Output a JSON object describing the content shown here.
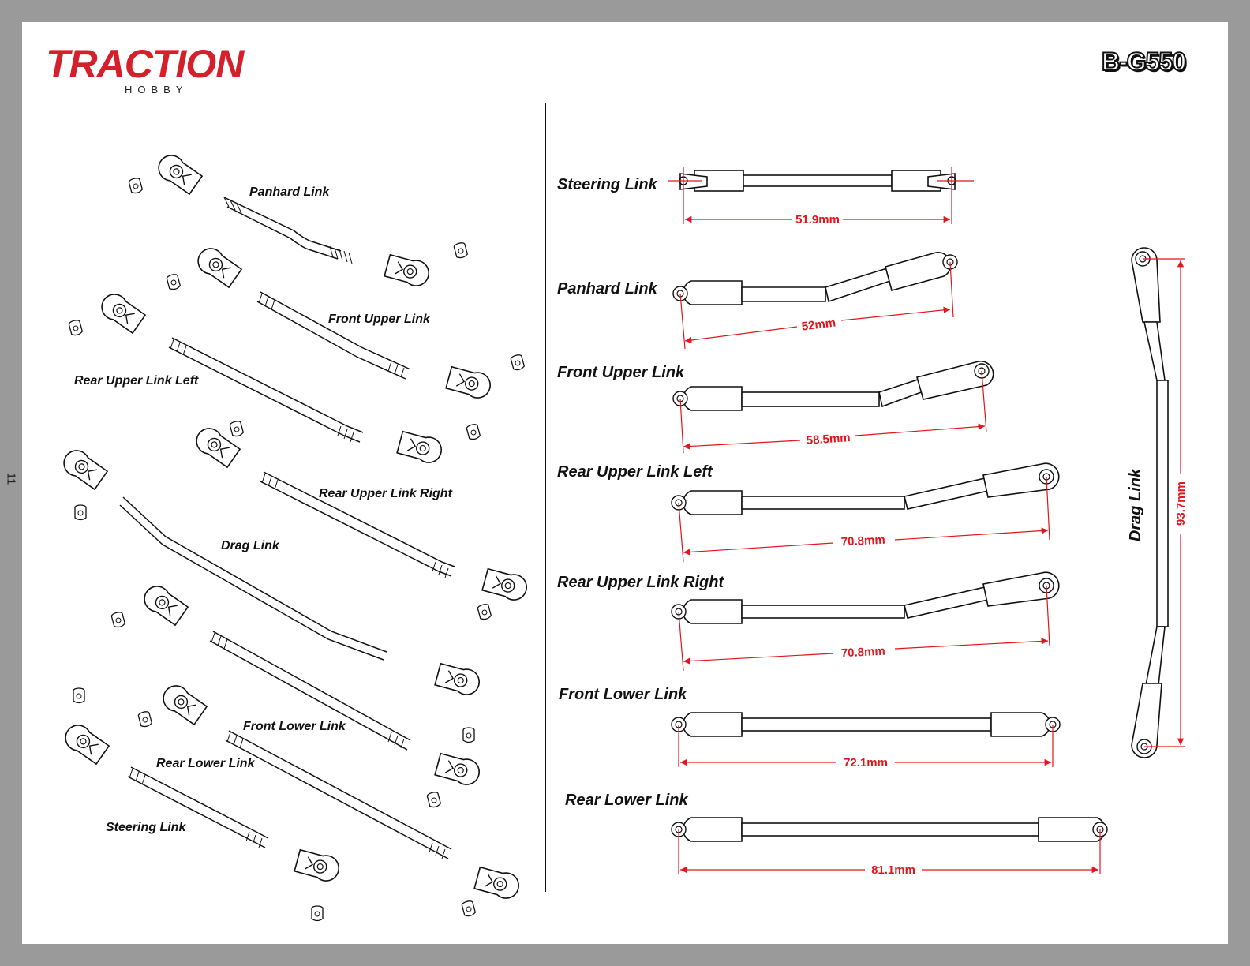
{
  "page": {
    "number": "11"
  },
  "brand": {
    "name": "TRACTION",
    "sub": "HOBBY",
    "model": "B-G550",
    "color": "#d3202a"
  },
  "exploded_labels": {
    "panhard": "Panhard Link",
    "front_upper": "Front Upper Link",
    "rear_upper_left": "Rear Upper Link Left",
    "rear_upper_right": "Rear Upper Link Right",
    "drag": "Drag Link",
    "front_lower": "Front Lower Link",
    "rear_lower": "Rear Lower Link",
    "steering": "Steering Link"
  },
  "dimensions": [
    {
      "name": "Steering Link",
      "length": "51.9mm"
    },
    {
      "name": "Panhard Link",
      "length": "52mm"
    },
    {
      "name": "Front Upper Link",
      "length": "58.5mm"
    },
    {
      "name": "Rear Upper Link Left",
      "length": "70.8mm"
    },
    {
      "name": "Rear Upper Link Right",
      "length": "70.8mm"
    },
    {
      "name": "Front Lower Link",
      "length": "72.1mm"
    },
    {
      "name": "Rear Lower Link",
      "length": "81.1mm"
    },
    {
      "name": "Drag Link",
      "length": "93.7mm"
    }
  ],
  "colors": {
    "dimension": "#e3141b",
    "line": "#111111"
  }
}
